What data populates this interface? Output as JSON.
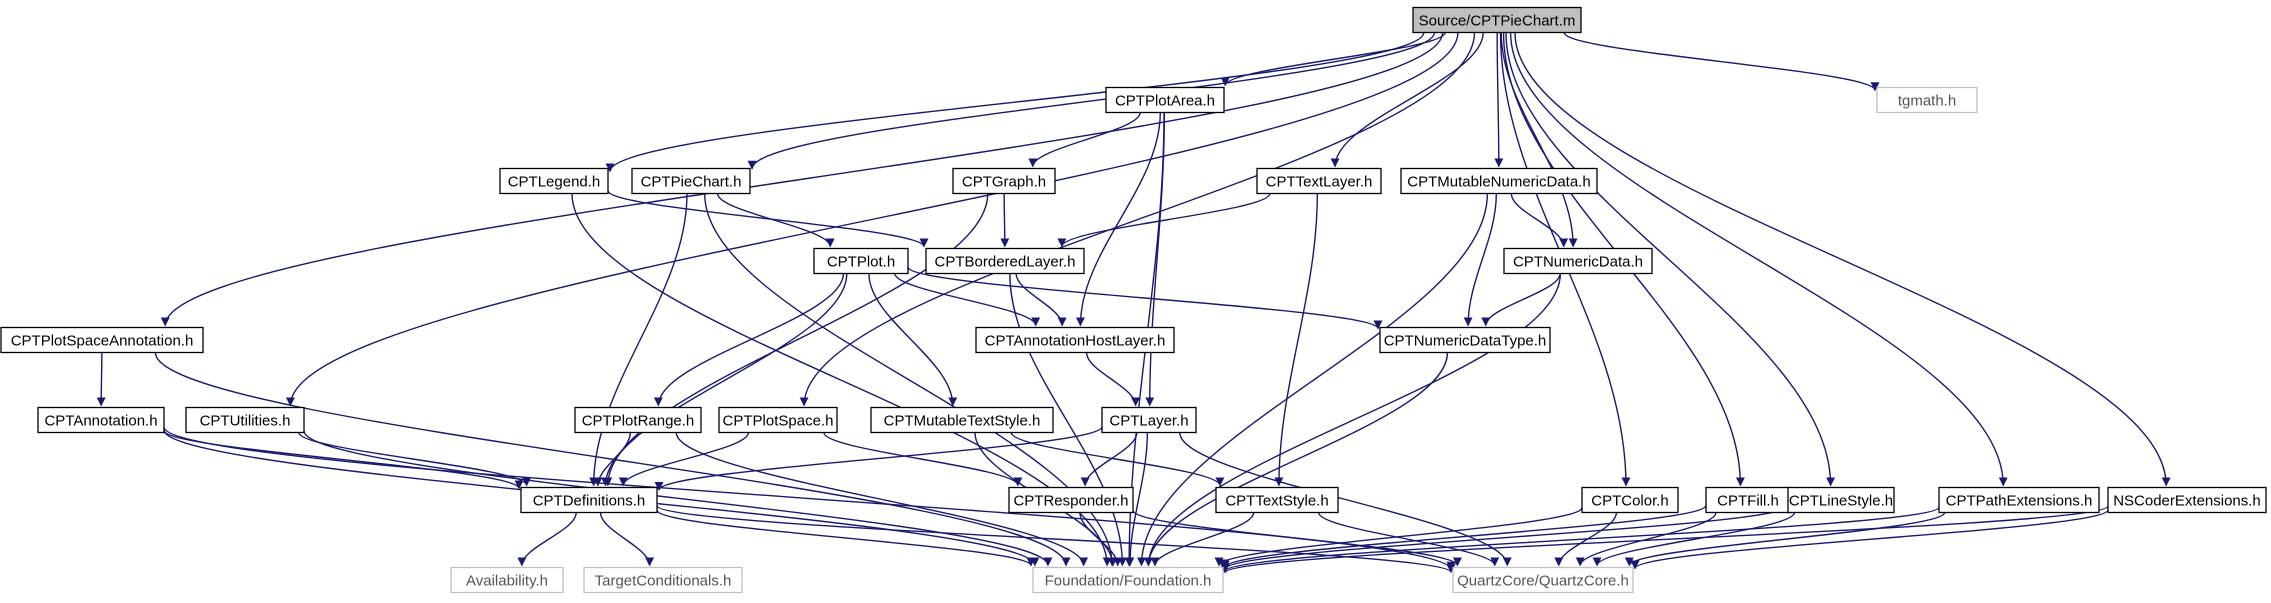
{
  "graph": {
    "nodes": [
      {
        "id": "root",
        "label": "Source/CPTPieChart.m",
        "kind": "root"
      },
      {
        "id": "tgmath",
        "label": "tgmath.h",
        "kind": "external"
      },
      {
        "id": "plotarea",
        "label": "CPTPlotArea.h",
        "kind": "local"
      },
      {
        "id": "legend",
        "label": "CPTLegend.h",
        "kind": "local"
      },
      {
        "id": "piechart",
        "label": "CPTPieChart.h",
        "kind": "local"
      },
      {
        "id": "graphh",
        "label": "CPTGraph.h",
        "kind": "local"
      },
      {
        "id": "textlayer",
        "label": "CPTTextLayer.h",
        "kind": "local"
      },
      {
        "id": "mutnum",
        "label": "CPTMutableNumericData.h",
        "kind": "local"
      },
      {
        "id": "plot",
        "label": "CPTPlot.h",
        "kind": "local"
      },
      {
        "id": "bordered",
        "label": "CPTBorderedLayer.h",
        "kind": "local"
      },
      {
        "id": "numdata",
        "label": "CPTNumericData.h",
        "kind": "local"
      },
      {
        "id": "psann",
        "label": "CPTPlotSpaceAnnotation.h",
        "kind": "local"
      },
      {
        "id": "annhost",
        "label": "CPTAnnotationHostLayer.h",
        "kind": "local"
      },
      {
        "id": "numtype",
        "label": "CPTNumericDataType.h",
        "kind": "local"
      },
      {
        "id": "annotation",
        "label": "CPTAnnotation.h",
        "kind": "local"
      },
      {
        "id": "utilities",
        "label": "CPTUtilities.h",
        "kind": "local"
      },
      {
        "id": "plotrange",
        "label": "CPTPlotRange.h",
        "kind": "local"
      },
      {
        "id": "plotspace",
        "label": "CPTPlotSpace.h",
        "kind": "local"
      },
      {
        "id": "muttext",
        "label": "CPTMutableTextStyle.h",
        "kind": "local"
      },
      {
        "id": "layer",
        "label": "CPTLayer.h",
        "kind": "local"
      },
      {
        "id": "defs",
        "label": "CPTDefinitions.h",
        "kind": "local"
      },
      {
        "id": "responder",
        "label": "CPTResponder.h",
        "kind": "local"
      },
      {
        "id": "textstyle",
        "label": "CPTTextStyle.h",
        "kind": "local"
      },
      {
        "id": "color",
        "label": "CPTColor.h",
        "kind": "local"
      },
      {
        "id": "fill",
        "label": "CPTFill.h",
        "kind": "local"
      },
      {
        "id": "linestyle",
        "label": "CPTLineStyle.h",
        "kind": "local"
      },
      {
        "id": "pathext",
        "label": "CPTPathExtensions.h",
        "kind": "local"
      },
      {
        "id": "nscoder",
        "label": "NSCoderExtensions.h",
        "kind": "local"
      },
      {
        "id": "availability",
        "label": "Availability.h",
        "kind": "external"
      },
      {
        "id": "targetcond",
        "label": "TargetConditionals.h",
        "kind": "external"
      },
      {
        "id": "foundation",
        "label": "Foundation/Foundation.h",
        "kind": "external"
      },
      {
        "id": "quartz",
        "label": "QuartzCore/QuartzCore.h",
        "kind": "external"
      }
    ],
    "edges": [
      {
        "from": "root",
        "to": "tgmath"
      },
      {
        "from": "root",
        "to": "plotarea"
      },
      {
        "from": "root",
        "to": "legend"
      },
      {
        "from": "root",
        "to": "piechart"
      },
      {
        "from": "root",
        "to": "textlayer"
      },
      {
        "from": "root",
        "to": "mutnum"
      },
      {
        "from": "root",
        "to": "numdata"
      },
      {
        "from": "root",
        "to": "psann"
      },
      {
        "from": "root",
        "to": "utilities"
      },
      {
        "from": "root",
        "to": "plotspace"
      },
      {
        "from": "root",
        "to": "color"
      },
      {
        "from": "root",
        "to": "fill"
      },
      {
        "from": "root",
        "to": "linestyle"
      },
      {
        "from": "root",
        "to": "pathext"
      },
      {
        "from": "root",
        "to": "nscoder"
      },
      {
        "from": "plotarea",
        "to": "graphh"
      },
      {
        "from": "plotarea",
        "to": "annhost"
      },
      {
        "from": "plotarea",
        "to": "layer"
      },
      {
        "from": "plotarea",
        "to": "foundation"
      },
      {
        "from": "legend",
        "to": "bordered"
      },
      {
        "from": "legend",
        "to": "foundation"
      },
      {
        "from": "piechart",
        "to": "plot"
      },
      {
        "from": "piechart",
        "to": "defs"
      },
      {
        "from": "piechart",
        "to": "foundation"
      },
      {
        "from": "graphh",
        "to": "bordered"
      },
      {
        "from": "graphh",
        "to": "defs"
      },
      {
        "from": "textlayer",
        "to": "bordered"
      },
      {
        "from": "textlayer",
        "to": "textstyle"
      },
      {
        "from": "mutnum",
        "to": "numdata"
      },
      {
        "from": "mutnum",
        "to": "numtype"
      },
      {
        "from": "mutnum",
        "to": "foundation"
      },
      {
        "from": "plot",
        "to": "annhost"
      },
      {
        "from": "plot",
        "to": "numtype"
      },
      {
        "from": "plot",
        "to": "plotrange"
      },
      {
        "from": "plot",
        "to": "muttext"
      },
      {
        "from": "plot",
        "to": "defs"
      },
      {
        "from": "bordered",
        "to": "annhost"
      },
      {
        "from": "bordered",
        "to": "foundation"
      },
      {
        "from": "numdata",
        "to": "numtype"
      },
      {
        "from": "numdata",
        "to": "foundation"
      },
      {
        "from": "psann",
        "to": "annotation"
      },
      {
        "from": "psann",
        "to": "foundation"
      },
      {
        "from": "annhost",
        "to": "layer"
      },
      {
        "from": "numtype",
        "to": "foundation"
      },
      {
        "from": "annotation",
        "to": "defs"
      },
      {
        "from": "annotation",
        "to": "foundation"
      },
      {
        "from": "annotation",
        "to": "quartz"
      },
      {
        "from": "utilities",
        "to": "defs"
      },
      {
        "from": "utilities",
        "to": "foundation"
      },
      {
        "from": "plotrange",
        "to": "defs"
      },
      {
        "from": "plotrange",
        "to": "foundation"
      },
      {
        "from": "plotspace",
        "to": "defs"
      },
      {
        "from": "plotspace",
        "to": "responder"
      },
      {
        "from": "muttext",
        "to": "textstyle"
      },
      {
        "from": "muttext",
        "to": "foundation"
      },
      {
        "from": "layer",
        "to": "defs"
      },
      {
        "from": "layer",
        "to": "responder"
      },
      {
        "from": "layer",
        "to": "foundation"
      },
      {
        "from": "layer",
        "to": "quartz"
      },
      {
        "from": "defs",
        "to": "availability"
      },
      {
        "from": "defs",
        "to": "targetcond"
      },
      {
        "from": "defs",
        "to": "foundation"
      },
      {
        "from": "defs",
        "to": "quartz"
      },
      {
        "from": "responder",
        "to": "foundation"
      },
      {
        "from": "responder",
        "to": "quartz"
      },
      {
        "from": "textstyle",
        "to": "foundation"
      },
      {
        "from": "textstyle",
        "to": "quartz"
      },
      {
        "from": "color",
        "to": "foundation"
      },
      {
        "from": "color",
        "to": "quartz"
      },
      {
        "from": "fill",
        "to": "foundation"
      },
      {
        "from": "fill",
        "to": "quartz"
      },
      {
        "from": "linestyle",
        "to": "foundation"
      },
      {
        "from": "linestyle",
        "to": "quartz"
      },
      {
        "from": "pathext",
        "to": "foundation"
      },
      {
        "from": "pathext",
        "to": "quartz"
      },
      {
        "from": "nscoder",
        "to": "foundation"
      },
      {
        "from": "nscoder",
        "to": "quartz"
      }
    ]
  },
  "colors": {
    "edge": "#191970",
    "root_fill": "#bfbfbf",
    "node_border": "#000000",
    "external_border": "#bfbfbf",
    "external_text": "#555555"
  }
}
